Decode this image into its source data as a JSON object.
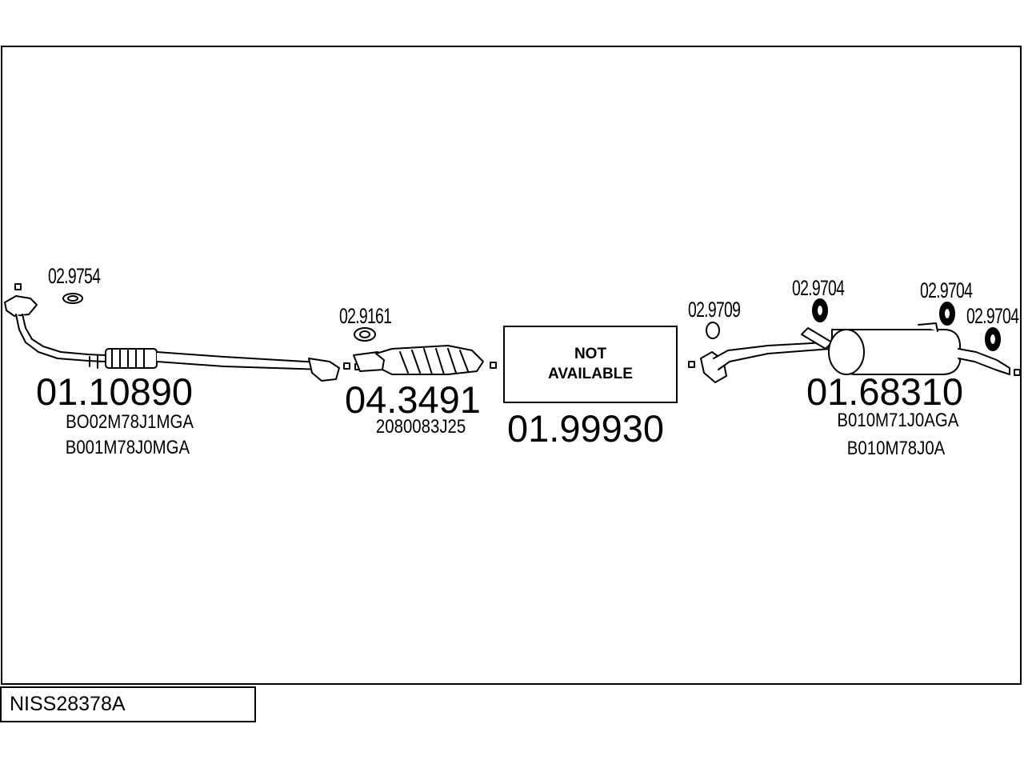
{
  "diagram_code": "NISS28378A",
  "not_available": {
    "line1": "NOT",
    "line2": "AVAILABLE"
  },
  "parts": [
    {
      "number": "01.10890",
      "refs": [
        "BO02M78J1MGA",
        "B001M78J0MGA"
      ]
    },
    {
      "number": "04.3491",
      "refs": [
        "2080083J25"
      ]
    },
    {
      "number": "01.99930",
      "refs": []
    },
    {
      "number": "01.68310",
      "refs": [
        "B010M71J0AGA",
        "B010M78J0A"
      ]
    }
  ],
  "fittings": [
    {
      "code": "02.9754"
    },
    {
      "code": "02.9161"
    },
    {
      "code": "02.9709"
    },
    {
      "code": "02.9704"
    },
    {
      "code": "02.9704"
    },
    {
      "code": "02.9704"
    }
  ]
}
